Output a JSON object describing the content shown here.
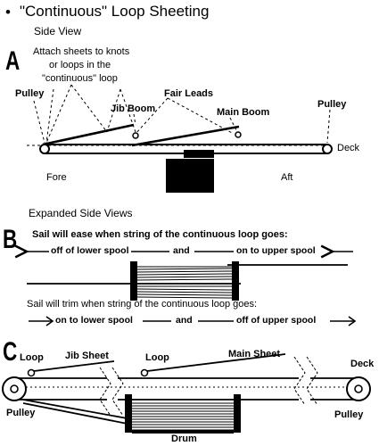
{
  "title": "\"Continuous\" Loop Sheeting",
  "bullet": "•",
  "panel_a": {
    "letter": "A",
    "heading": "Side View",
    "note_lines": [
      "Attach sheets to knots",
      "or loops in the",
      "\"continuous\" loop"
    ],
    "labels": {
      "pulley_left": "Pulley",
      "pulley_right": "Pulley",
      "jib_boom": "Jib Boom",
      "fair_leads": "Fair  Leads",
      "main_boom": "Main Boom",
      "deck": "Deck",
      "fore": "Fore",
      "aft": "Aft"
    }
  },
  "panel_b": {
    "heading": "Expanded Side Views",
    "letter": "B",
    "ease_caption": "Sail will ease when string of the continuous loop goes:",
    "ease_left": "off of lower spool",
    "ease_and": "and",
    "ease_right": "on to upper spool",
    "trim_caption": "Sail will trim when string of the continuous loop goes:",
    "trim_left": "on to lower spool",
    "trim_and": "and",
    "trim_right": "off of upper spool"
  },
  "panel_c": {
    "letter": "C",
    "labels": {
      "loop_left": "Loop",
      "jib_sheet": "Jib Sheet",
      "loop_mid": "Loop",
      "main_sheet": "Main Sheet",
      "deck": "Deck",
      "pulley_left": "Pulley",
      "pulley_right": "Pulley",
      "drum": "Drum"
    }
  }
}
